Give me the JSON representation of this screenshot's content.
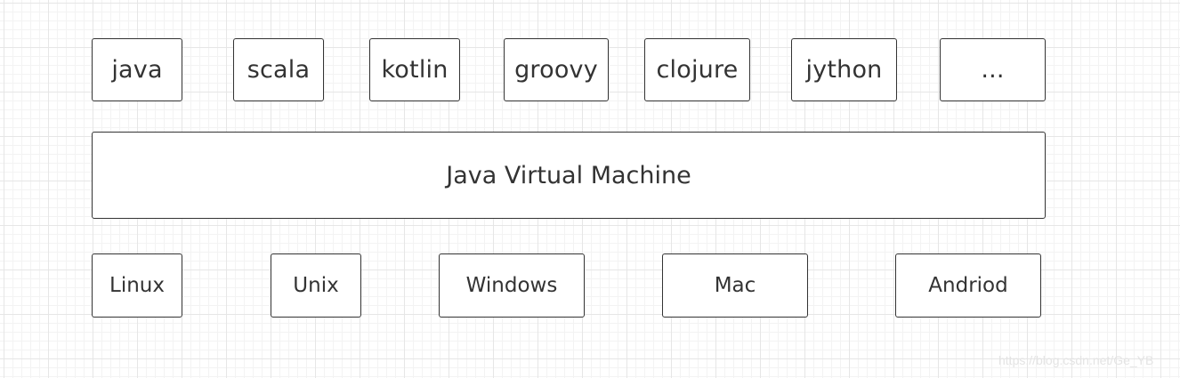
{
  "languages": [
    "java",
    "scala",
    "kotlin",
    "groovy",
    "clojure",
    "jython",
    "..."
  ],
  "jvm": {
    "label": "Java Virtual Machine"
  },
  "platforms": [
    "Linux",
    "Unix",
    "Windows",
    "Mac",
    "Andriod"
  ],
  "watermark": "https://blog.csdn.net/Ge_YB",
  "colors": {
    "stroke": "#333333",
    "box_fill": "#ffffff",
    "grid_major": "#e6e6e6",
    "grid_minor": "#f3f3f3"
  }
}
